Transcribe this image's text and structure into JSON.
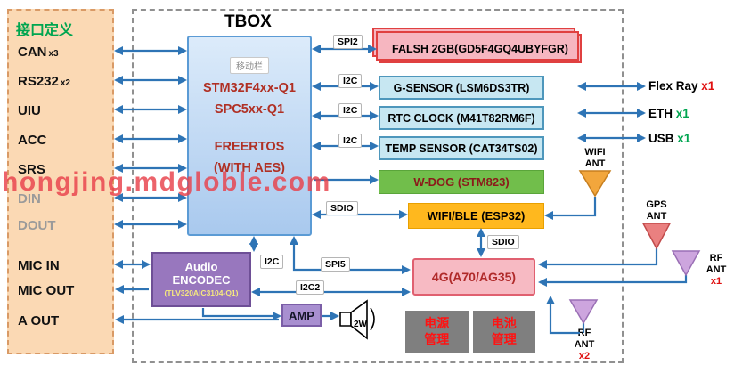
{
  "watermark": "hongjing.mdgloble.com",
  "panel": {
    "title": "接口定义",
    "items": [
      {
        "label": "CAN",
        "sub": "x3"
      },
      {
        "label": "RS232",
        "sub": "x2"
      },
      {
        "label": "UIU",
        "sub": ""
      },
      {
        "label": "ACC",
        "sub": ""
      },
      {
        "label": "SRS",
        "sub": ""
      },
      {
        "label": "DIN",
        "sub": ""
      },
      {
        "label": "DOUT",
        "sub": ""
      },
      {
        "label": "MIC IN",
        "sub": ""
      },
      {
        "label": "MIC OUT",
        "sub": ""
      },
      {
        "label": "A OUT",
        "sub": ""
      }
    ]
  },
  "tbox": {
    "title": "TBOX",
    "mcu": {
      "badge": "移动栏",
      "line1": "STM32F4xx-Q1",
      "line2": "SPC5xx-Q1",
      "line3": "FREERTOS",
      "line4": "(WITH AES)"
    },
    "flash": "FALSH 2GB(GD5F4GQ4UBYFGR)",
    "gsensor": "G-SENSOR (LSM6DS3TR)",
    "rtc": "RTC CLOCK (M41T82RM6F)",
    "temp": "TEMP SENSOR (CAT34TS02)",
    "wdog": "W-DOG (STM823)",
    "wifible": "WIFI/BLE (ESP32)",
    "modem": "4G(A70/AG35)",
    "audio": {
      "line1": "Audio",
      "line2": "ENCODEC",
      "line3": "(TLV320AIC3104-Q1)"
    },
    "amp": "AMP",
    "speaker_watt": "2W",
    "power": "电源管理",
    "battery": "电池管理"
  },
  "buses": {
    "spi2": "SPI2",
    "i2c_gsensor": "I2C",
    "i2c_rtc": "I2C",
    "i2c_temp": "I2C",
    "sdio_wifi": "SDIO",
    "i2c_audio": "I2C",
    "spi5": "SPI5",
    "i2c2": "I2C2",
    "sdio_4g": "SDIO"
  },
  "external": {
    "flexray": {
      "label": "Flex Ray",
      "count": "x1"
    },
    "eth": {
      "label": "ETH",
      "count": "x1"
    },
    "usb": {
      "label": "USB",
      "count": "x1"
    },
    "wifi_ant": {
      "line1": "WIFI",
      "line2": "ANT"
    },
    "gps_ant": {
      "line1": "GPS",
      "line2": "ANT"
    },
    "rf_ant1": {
      "label": "RF ANT",
      "count": "x1"
    },
    "rf_ant2": {
      "label": "RF ANT",
      "count": "x2"
    }
  },
  "colors": {
    "arrow_blue": "#2E74B5",
    "panel_bg": "#FBD9B4",
    "title_green": "#00A550",
    "count_red": "#E01010",
    "flash_pink": "#F6B6C0",
    "sensor_blue": "#C7E7F2",
    "wdog_green": "#71BE4B",
    "wifi_orange": "#FFB81E",
    "modem_pink": "#F7BAC3",
    "audio_purple": "#9877BE",
    "power_gray": "#7F7F7F"
  }
}
